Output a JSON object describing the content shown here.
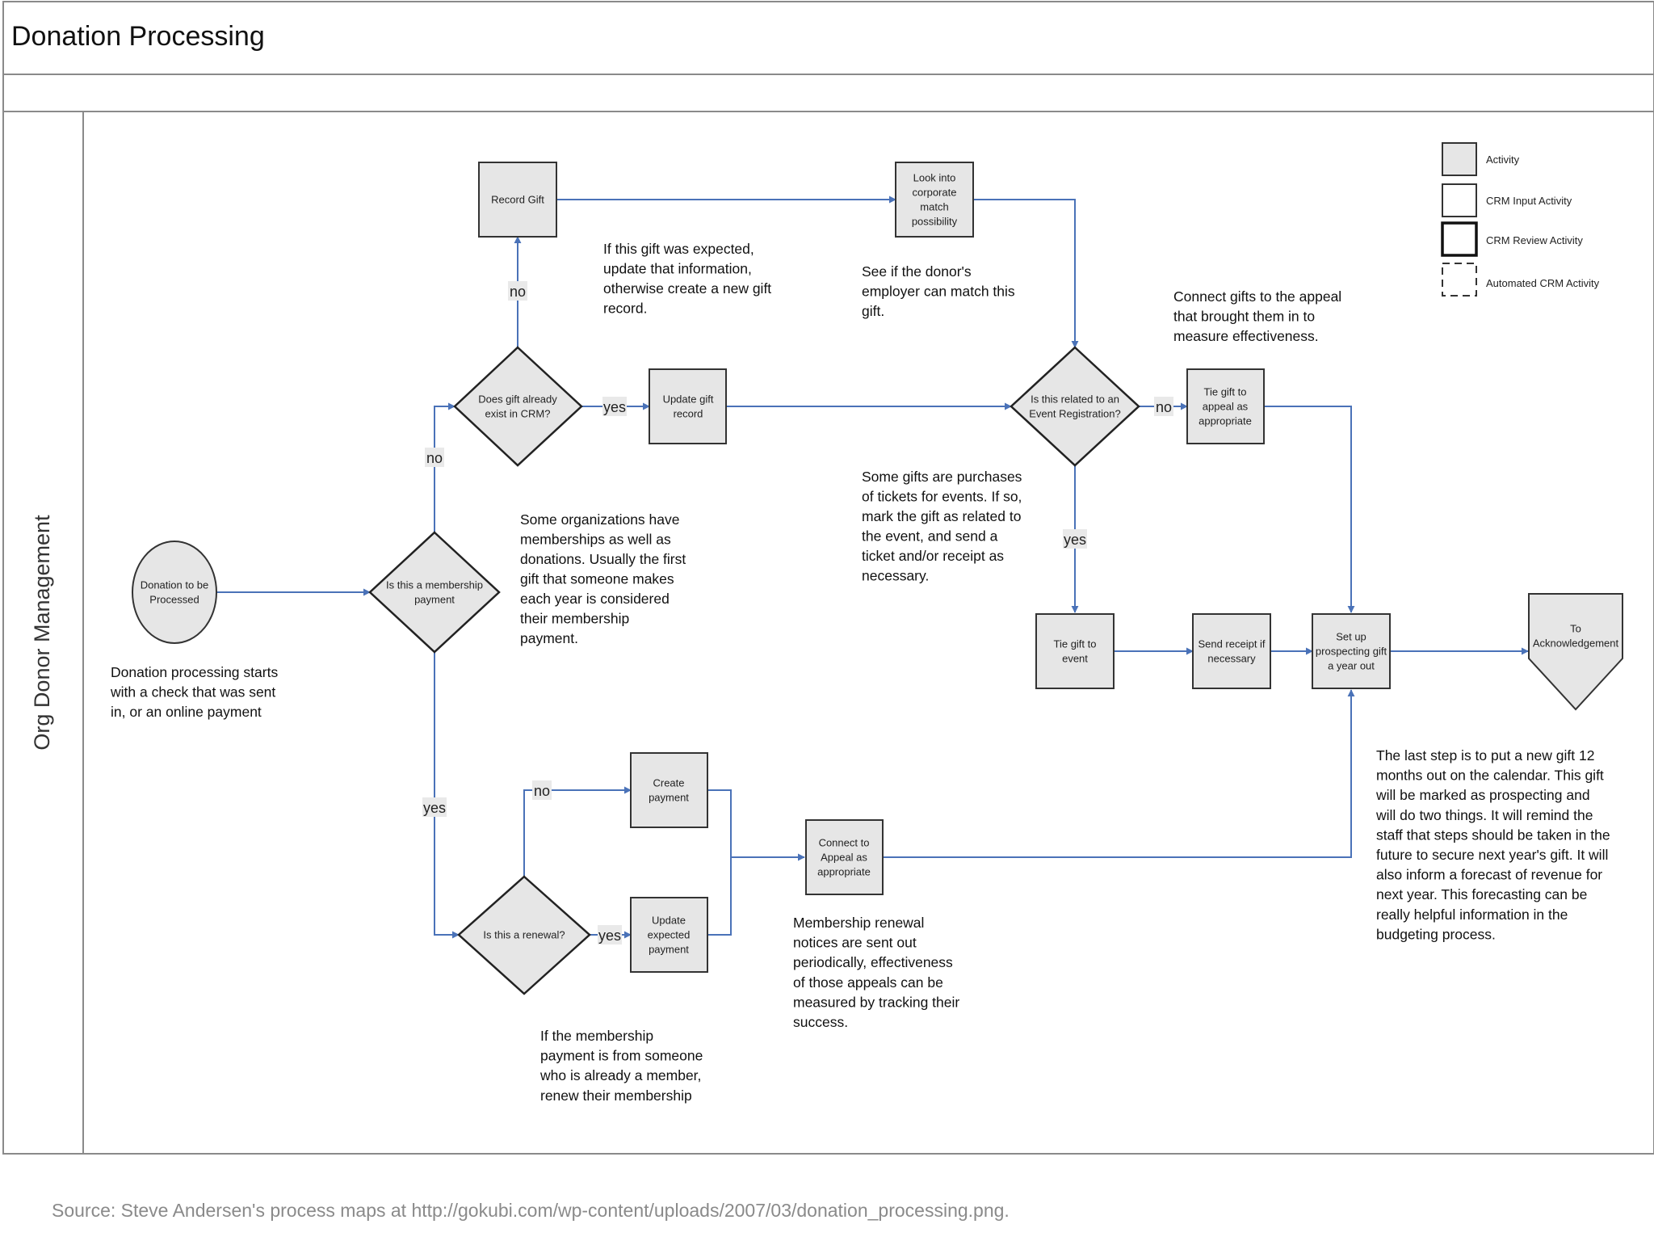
{
  "title": "Donation Processing",
  "lane_label": "Org Donor Management",
  "source": "Source: Steve Andersen's process maps at http://gokubi.com/wp-content/uploads/2007/03/donation_processing.png.",
  "legend": {
    "activity": "Activity",
    "crm_input": "CRM Input Activity",
    "crm_review": "CRM Review Activity",
    "automated": "Automated CRM Activity"
  },
  "nodes": {
    "start": [
      "Donation to be",
      "Processed"
    ],
    "membership_decision": [
      "Is this a membership",
      "payment"
    ],
    "gift_exists_decision": [
      "Does gift already",
      "exist in CRM?"
    ],
    "record_gift": [
      "Record Gift"
    ],
    "update_gift_record": [
      "Update gift",
      "record"
    ],
    "corporate_match": [
      "Look into",
      "corporate",
      "match",
      "possibility"
    ],
    "event_decision": [
      "Is this related to an",
      "Event Registration?"
    ],
    "tie_appeal": [
      "Tie gift to",
      "appeal as",
      "appropriate"
    ],
    "tie_event": [
      "Tie gift to",
      "event"
    ],
    "send_receipt": [
      "Send receipt if",
      "necessary"
    ],
    "setup_prospect": [
      "Set up",
      "prospecting gift",
      "a year out"
    ],
    "acknowledgement": [
      "To",
      "Acknowledgement"
    ],
    "renewal_decision": [
      "Is this a renewal?"
    ],
    "create_payment": [
      "Create",
      "payment"
    ],
    "update_expected": [
      "Update",
      "expected",
      "payment"
    ],
    "connect_appeal": [
      "Connect to",
      "Appeal as",
      "appropriate"
    ]
  },
  "edge_labels": {
    "no": "no",
    "yes": "yes"
  },
  "notes": {
    "start_note": [
      "Donation processing starts",
      "with a check that was sent",
      "in, or an online payment"
    ],
    "record_note": [
      "If this gift was expected,",
      "update that information,",
      "otherwise create a new gift",
      "record."
    ],
    "match_note": [
      "See if the donor's",
      "employer can match this",
      "gift."
    ],
    "appeal_note": [
      "Connect gifts to the appeal",
      "that brought them in to",
      "measure effectiveness."
    ],
    "membership_note": [
      "Some organizations have",
      "memberships as well as",
      "donations. Usually the first",
      "gift that someone makes",
      "each year is considered",
      "their membership",
      "payment."
    ],
    "event_note": [
      "Some gifts are purchases",
      "of tickets for events. If so,",
      "mark the gift as related to",
      "the event, and send a",
      "ticket and/or receipt as",
      "necessary."
    ],
    "prospect_note": [
      "The last step is to put a new gift 12",
      "months out on the calendar. This gift",
      "will be marked as prospecting and",
      "will do two things. It will remind the",
      "staff that steps should be taken in the",
      "future to secure next year's gift. It will",
      "also inform a forecast of revenue for",
      "next year. This forecasting can be",
      "really helpful information in the",
      "budgeting process."
    ],
    "renewal_note": [
      "Membership renewal",
      "notices are sent out",
      "periodically, effectiveness",
      "of those appeals can be",
      "measured by tracking their",
      "success."
    ],
    "member_note": [
      "If the membership",
      "payment is from someone",
      "who is already a member,",
      "renew their membership"
    ]
  }
}
